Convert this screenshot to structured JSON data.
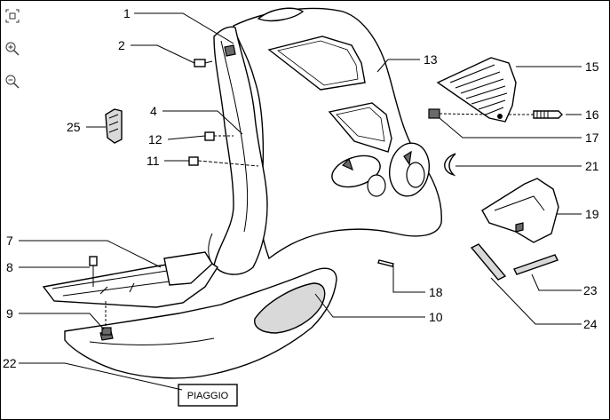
{
  "toolbar": {
    "fit_icon": "fit-page-icon",
    "zoom_in_icon": "zoom-in-icon",
    "zoom_out_icon": "zoom-out-icon"
  },
  "diagram": {
    "callouts": {
      "c1": "1",
      "c2": "2",
      "c4": "4",
      "c7": "7",
      "c8": "8",
      "c9": "9",
      "c10": "10",
      "c11": "11",
      "c12": "12",
      "c13": "13",
      "c15": "15",
      "c16": "16",
      "c17": "17",
      "c18": "18",
      "c19": "19",
      "c21": "21",
      "c22": "22",
      "c23": "23",
      "c24": "24",
      "c25": "25"
    },
    "badge_text": "PIAGGIO"
  }
}
